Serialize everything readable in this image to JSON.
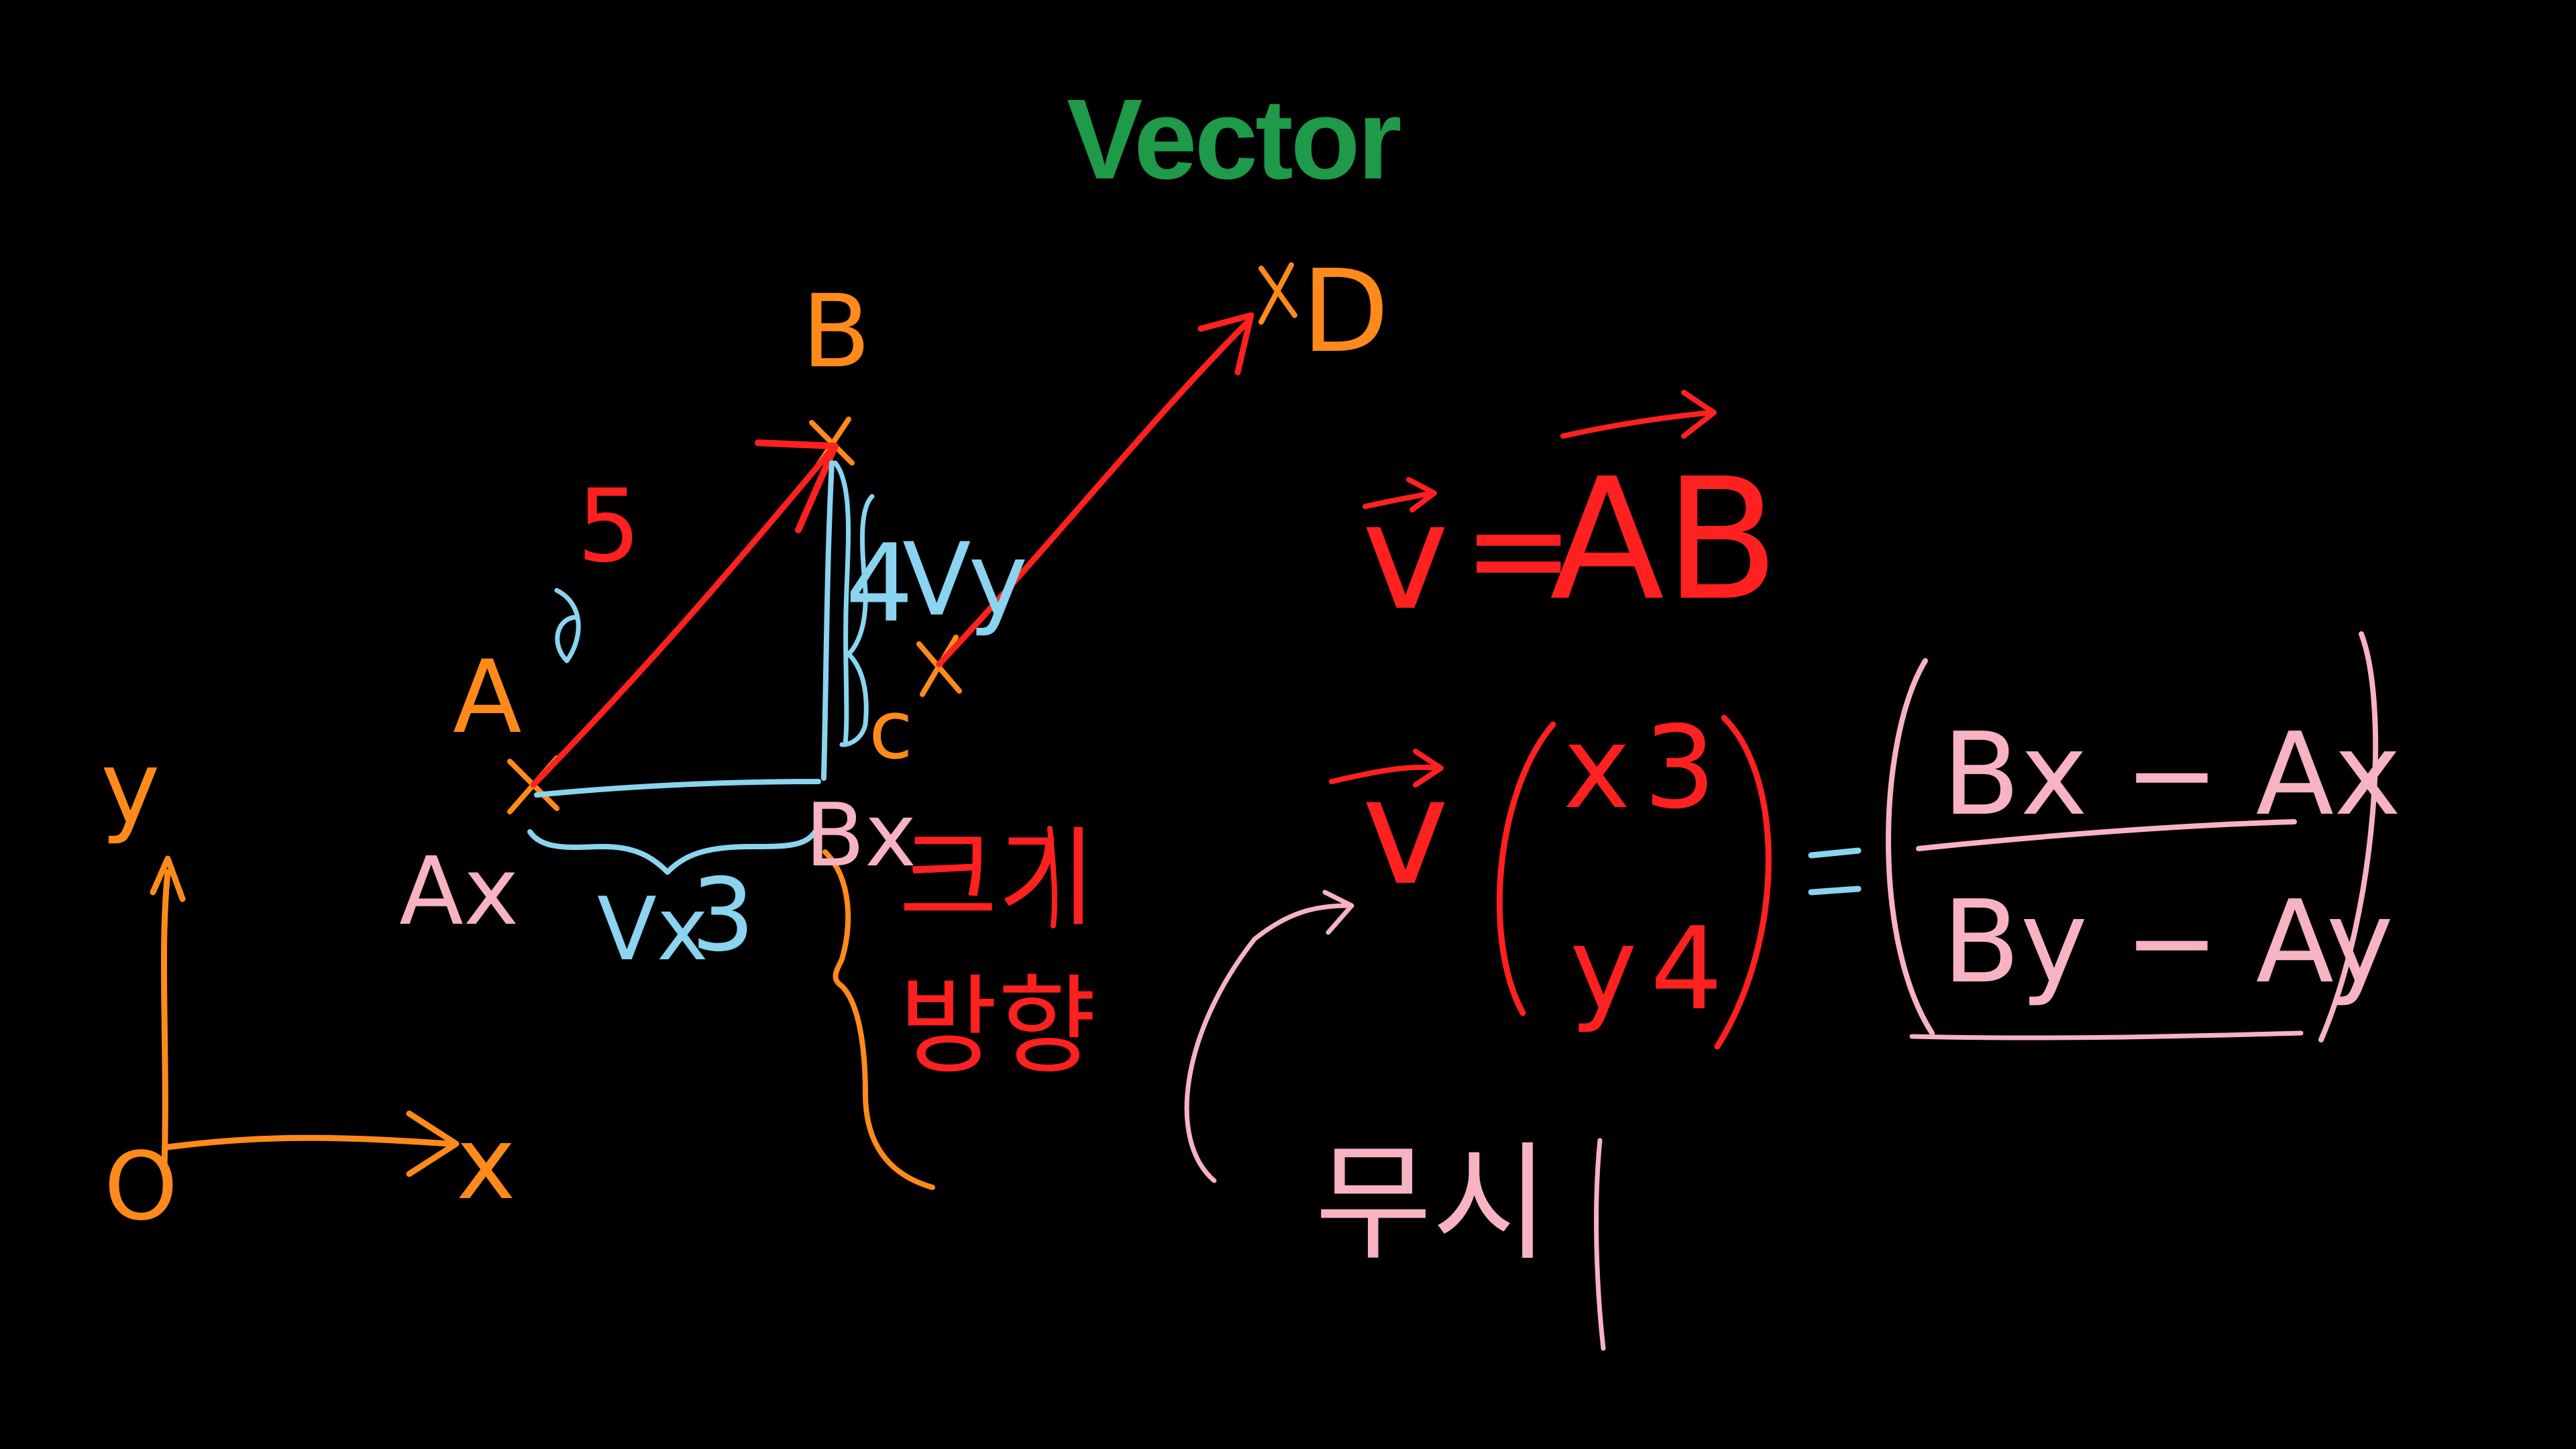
{
  "title": "Vector",
  "colors": {
    "orange": "#ff8a1c",
    "red": "#ff2020",
    "blue": "#8ad4f0",
    "pink": "#f7b3c2",
    "title_green": "#1e9a48"
  },
  "axes": {
    "y_label": "y",
    "x_label": "x",
    "origin": "O"
  },
  "points": {
    "a": "A",
    "b": "B",
    "d": "D",
    "c": "c"
  },
  "labels": {
    "ax": "Ax",
    "bx": "Bx",
    "vx": "Vx",
    "vy": "Vy",
    "three": "3",
    "four": "4",
    "five": "5",
    "korean_size": "크기",
    "korean_direction": "방향",
    "korean_ignore": "무시"
  },
  "equation1": {
    "v": "v",
    "equals": "=",
    "ab": "AB"
  },
  "equation2": {
    "v": "v",
    "x": "x",
    "x_value": "3",
    "y": "y",
    "y_value": "4",
    "equals": "=",
    "numerator": "Bx − Ax",
    "denominator": "By − Ay"
  }
}
